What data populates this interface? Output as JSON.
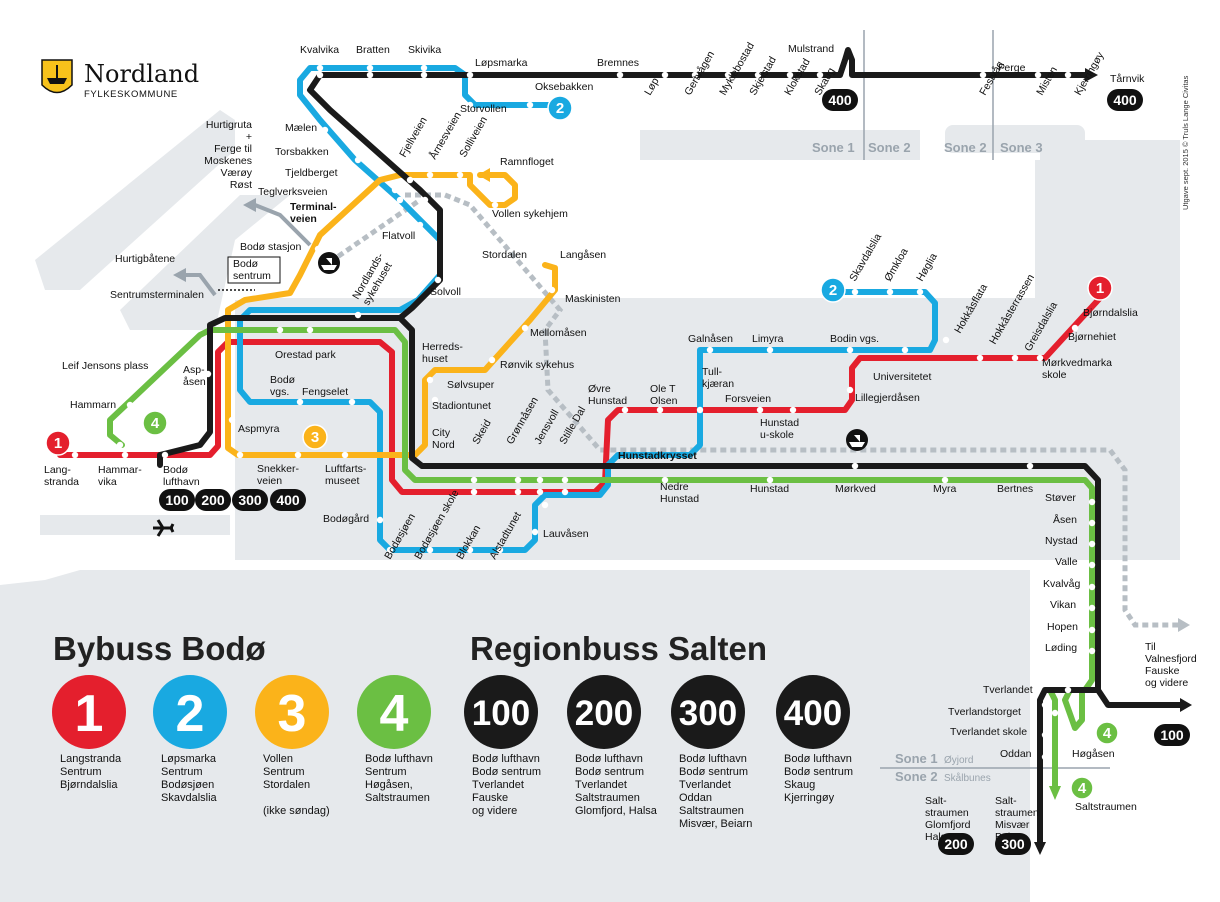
{
  "brand": {
    "name": "Nordland",
    "sub": "FYLKESKOMMUNE"
  },
  "credit": "Utgave sept. 2015 © Truls Lange Civitas",
  "headings": {
    "bybuss": "Bybuss Bodø",
    "regionbuss": "Regionbuss Salten"
  },
  "colors": {
    "line1": "#e41f2d",
    "line2": "#19a9e1",
    "line3": "#fbb31a",
    "line4": "#6bbf43",
    "region": "#1a1a1a",
    "ferry": "#b7bec4",
    "bg": "#e6e9ec"
  },
  "zones": {
    "z1a": "Sone 1",
    "z2a": "Sone 2",
    "z2b": "Sone 2",
    "z3": "Sone 3",
    "z1c": "Sone 1",
    "z1c_place": "Øyjord",
    "z2c": "Sone 2",
    "z2c_place": "Skålbunes"
  },
  "routes": [
    {
      "num": "1",
      "color": "#e41f2d",
      "lines": [
        "Langstranda",
        "Sentrum",
        "Bjørndalslia"
      ]
    },
    {
      "num": "2",
      "color": "#19a9e1",
      "lines": [
        "Løpsmarka",
        "Sentrum",
        "Bodøsjøen",
        "Skavdalslia"
      ]
    },
    {
      "num": "3",
      "color": "#fbb31a",
      "lines": [
        "Vollen",
        "Sentrum",
        "Stordalen",
        "",
        "(ikke søndag)"
      ]
    },
    {
      "num": "4",
      "color": "#6bbf43",
      "lines": [
        "Bodø lufthavn",
        "Sentrum",
        "Høgåsen,",
        "Saltstraumen"
      ]
    },
    {
      "num": "100",
      "color": "#1a1a1a",
      "lines": [
        "Bodø lufthavn",
        "Bodø sentrum",
        "Tverlandet",
        "Fauske",
        "og videre"
      ]
    },
    {
      "num": "200",
      "color": "#1a1a1a",
      "lines": [
        "Bodø lufthavn",
        "Bodø sentrum",
        "Tverlandet",
        "Saltstraumen",
        "Glomfjord, Halsa"
      ]
    },
    {
      "num": "300",
      "color": "#1a1a1a",
      "lines": [
        "Bodø lufthavn",
        "Bodø sentrum",
        "Tverlandet",
        "Oddan",
        "Saltstraumen",
        "Misvær, Beiarn"
      ]
    },
    {
      "num": "400",
      "color": "#1a1a1a",
      "lines": [
        "Bodø lufthavn",
        "Bodø sentrum",
        "Skaug",
        "Kjerringøy"
      ]
    }
  ],
  "stations": {
    "kvalvika": "Kvalvika",
    "bratten": "Bratten",
    "skivika": "Skivika",
    "lopsmarka": "Løpsmarka",
    "oksebakken": "Oksebakken",
    "storvollen": "Storvollen",
    "bremnes": "Bremnes",
    "mulstrand": "Mulstrand",
    "ferge": "Ferge",
    "tarnvik": "Tårnvik",
    "lop": "Løp",
    "gertvagen": "Gertvågen",
    "myklebostad": "Myklebostad",
    "skjelstad": "Skjelstad",
    "klokstad": "Klokstad",
    "skaug": "Skaug",
    "festvag": "Festvåg",
    "misten": "Misten",
    "kjerringoy": "Kjerringøy",
    "hurtigruta": "Hurtigruta\n+\nFerge til\nMoskenes\nVærøy\nRøst",
    "maelen": "Mælen",
    "torsbakken": "Torsbakken",
    "tjeldberget": "Tjeldberget",
    "teglverksveien": "Teglverksveien",
    "terminalveien": "Terminal-\nveien",
    "bodostasjon": "Bodø stasjon",
    "flatvoll": "Flatvoll",
    "fjellveien": "Fjellveien",
    "arnesveien": "Årnesveien",
    "solliveien": "Solliveien",
    "ramnfloget": "Ramnfloget",
    "vollensykehjem": "Vollen sykehjem",
    "hurtigbatene": "Hurtigbåtene",
    "bodosentrum": "Bodø\nsentrum",
    "sentrumsterminalen": "Sentrumsterminalen",
    "nordlandssykehuset": "Nordlands-\nsykehuset",
    "solvoll": "Solvoll",
    "stordalen": "Stordalen",
    "langasen": "Langåsen",
    "maskinisten": "Maskinisten",
    "mellomasen": "Mellomåsen",
    "ronviksykehus": "Rønvik sykehus",
    "orestadpark": "Orestad park",
    "herredshuset": "Herreds-\nhuset",
    "leifjensonsplass": "Leif Jensons plass",
    "aspasen": "Asp-\nåsen",
    "bodovgs": "Bodø\nvgs.",
    "fengselet": "Fengselet",
    "solvsuper": "Sølvsuper",
    "stadiontunet": "Stadiontunet",
    "citynord": "City\nNord",
    "hammarn": "Hammarn",
    "aspmyra": "Aspmyra",
    "langstranda": "Lang-\nstranda",
    "hammarvika": "Hammar-\nvika",
    "bodolufthavn": "Bodø\nlufthavn",
    "snekkerveien": "Snekker-\nveien",
    "luftfartsmuseet": "Luftfarts-\nmuseet",
    "skeid": "Skeid",
    "gronnasen": "Grønnåsen",
    "jensvoll": "Jensvoll",
    "stilledal": "Stille Dal",
    "hunstadkrysset": "Hunstadkrysset",
    "ovrehunstad": "Øvre\nHunstad",
    "oletolsen": "Ole T\nOlsen",
    "tullkjaeran": "Tull-\nkjæran",
    "forsveien": "Forsveien",
    "hunstaduskole": "Hunstad\nu-skole",
    "lillegjerdasen": "Lillegjerdåsen",
    "galnasen": "Galnåsen",
    "limyra": "Limyra",
    "bodinvgs": "Bodin vgs.",
    "universitetet": "Universitetet",
    "skavdalslia": "Skavdalslia",
    "omkloa": "Ømkloa",
    "hoglia": "Høglia",
    "hokkasflata": "Hokkåsflata",
    "hokkasterrassen": "Hokkåsterrassen",
    "greisdalslia": "Greisdalslia",
    "bjorndalslia": "Bjørndalslia",
    "bjornehiet": "Bjørnehiet",
    "morkvedmarkaskole": "Mørkvedmarka\nskole",
    "nedrehunstad": "Nedre\nHunstad",
    "hunstad": "Hunstad",
    "morkved": "Mørkved",
    "myra": "Myra",
    "bertnes": "Bertnes",
    "bodogard": "Bodøgård",
    "lauvasen": "Lauvåsen",
    "bodosjoen": "Bodøsjøen",
    "bodosjoenskole": "Bodøsjøen skole",
    "blokkan": "Blokkan",
    "alstadtunet": "Alstadtunet",
    "stover": "Støver",
    "asen": "Åsen",
    "nystad": "Nystad",
    "valle": "Valle",
    "kvalvag": "Kvalvåg",
    "vikan": "Vikan",
    "hopen": "Hopen",
    "loding": "Løding",
    "tilvalnesfjord": "Til\nValnesfjord\nFauske\nog videre",
    "tverlandet": "Tverlandet",
    "tverlandstorget": "Tverlandstorget",
    "tverlandetskole": "Tverlandet skole",
    "oddan": "Oddan",
    "hogasen": "Høgåsen",
    "saltstraumen": "Saltstraumen",
    "saltstraumenglomfjord": "Salt-\nstraumen\nGlomfjord\nHalsa",
    "saltstraumenmisvaer": "Salt-\nstraumen\nMisvær\nBeiarn"
  },
  "badges": {
    "b100": "100",
    "b200": "200",
    "b300": "300",
    "b400": "400",
    "bskaug": "400",
    "btarnvik": "400",
    "b100r": "100",
    "b200b": "200",
    "b300b": "300",
    "r1a": "1",
    "r1b": "1",
    "r2a": "2",
    "r2b": "2",
    "r3": "3",
    "r4a": "4",
    "r4b": "4",
    "r4c": "4"
  }
}
